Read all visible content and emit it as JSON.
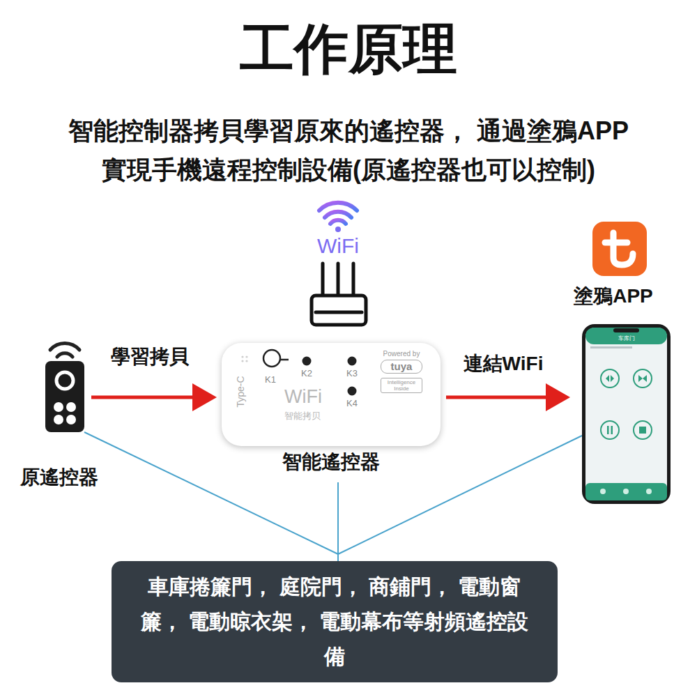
{
  "diagram": {
    "title": "工作原理",
    "nodes": [
      {
        "text": [
          "原遙控器"
        ]
      },
      {
        "text": [
          "智能遙控器",
          "K1",
          "K2",
          "K3",
          "K4",
          "Type-C",
          "WiFi",
          "智能拷贝",
          "Powered by",
          "tuya",
          "Intelligence Inside"
        ]
      },
      {
        "text": [
          "车库门"
        ]
      },
      {
        "text": [
          "車庫捲簾門， 庭院門， 商鋪門， 電動窗簾， 電動晾衣架， 電動幕布等射頻遙控設備"
        ]
      }
    ],
    "edges": [
      {
        "from": 0,
        "to": 1,
        "arrow": "to",
        "label": "學習拷貝"
      },
      {
        "from": 1,
        "to": 2,
        "arrow": "to",
        "label": "連結WiFi"
      },
      {
        "from": 0,
        "to": 3,
        "arrow": "none"
      },
      {
        "from": 1,
        "to": 3,
        "arrow": "none"
      },
      {
        "from": 2,
        "to": 3,
        "arrow": "none"
      }
    ],
    "labels": [
      "智能控制器拷貝學習原來的遙控器， 通過塗鴉APP 實現手機遠程控制設備(原遙控器也可以控制)",
      "WiFi",
      "塗鴉APP"
    ]
  }
}
